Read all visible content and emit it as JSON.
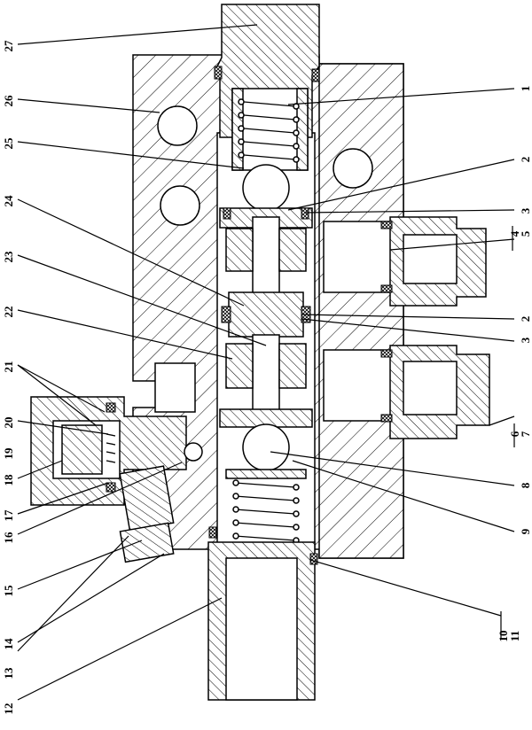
{
  "labels": {
    "left": [
      "27",
      "26",
      "25",
      "24",
      "23",
      "22",
      "21",
      "20",
      "19",
      "18",
      "17",
      "16",
      "15",
      "14",
      "13",
      "12"
    ],
    "right": [
      "1",
      "2",
      "3",
      "4",
      "5",
      "2",
      "3",
      "6",
      "7",
      "8",
      "9",
      "10",
      "11"
    ]
  }
}
